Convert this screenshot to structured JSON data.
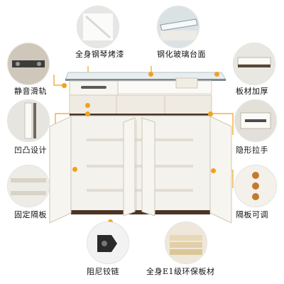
{
  "callouts": {
    "piano_paint": {
      "label": "全身钢琴烤漆",
      "icon": "gloss-panel-icon"
    },
    "tempered_glass": {
      "label": "钢化玻璃台面",
      "icon": "glass-top-icon"
    },
    "silent_rail": {
      "label": "静音滑轨",
      "icon": "drawer-rail-icon"
    },
    "thick_board": {
      "label": "板材加厚",
      "icon": "thick-board-icon"
    },
    "concave_design": {
      "label": "凹凸设计",
      "icon": "groove-design-icon"
    },
    "hidden_handle": {
      "label": "隐形拉手",
      "icon": "hidden-handle-icon"
    },
    "fixed_shelf": {
      "label": "固定隔板",
      "icon": "fixed-shelf-icon"
    },
    "adjustable_shelf": {
      "label": "隔板可调",
      "icon": "shelf-pins-icon"
    },
    "damper_hinge": {
      "label": "阻尼铰链",
      "icon": "hinge-icon"
    },
    "e1_board": {
      "label": "全身E1级环保板材",
      "icon": "e1-board-icon"
    }
  },
  "colors": {
    "accent": "#f1a11b",
    "line": "#f1a11b",
    "cabinet": "#f4f1ea",
    "trim": "#4a3426"
  }
}
